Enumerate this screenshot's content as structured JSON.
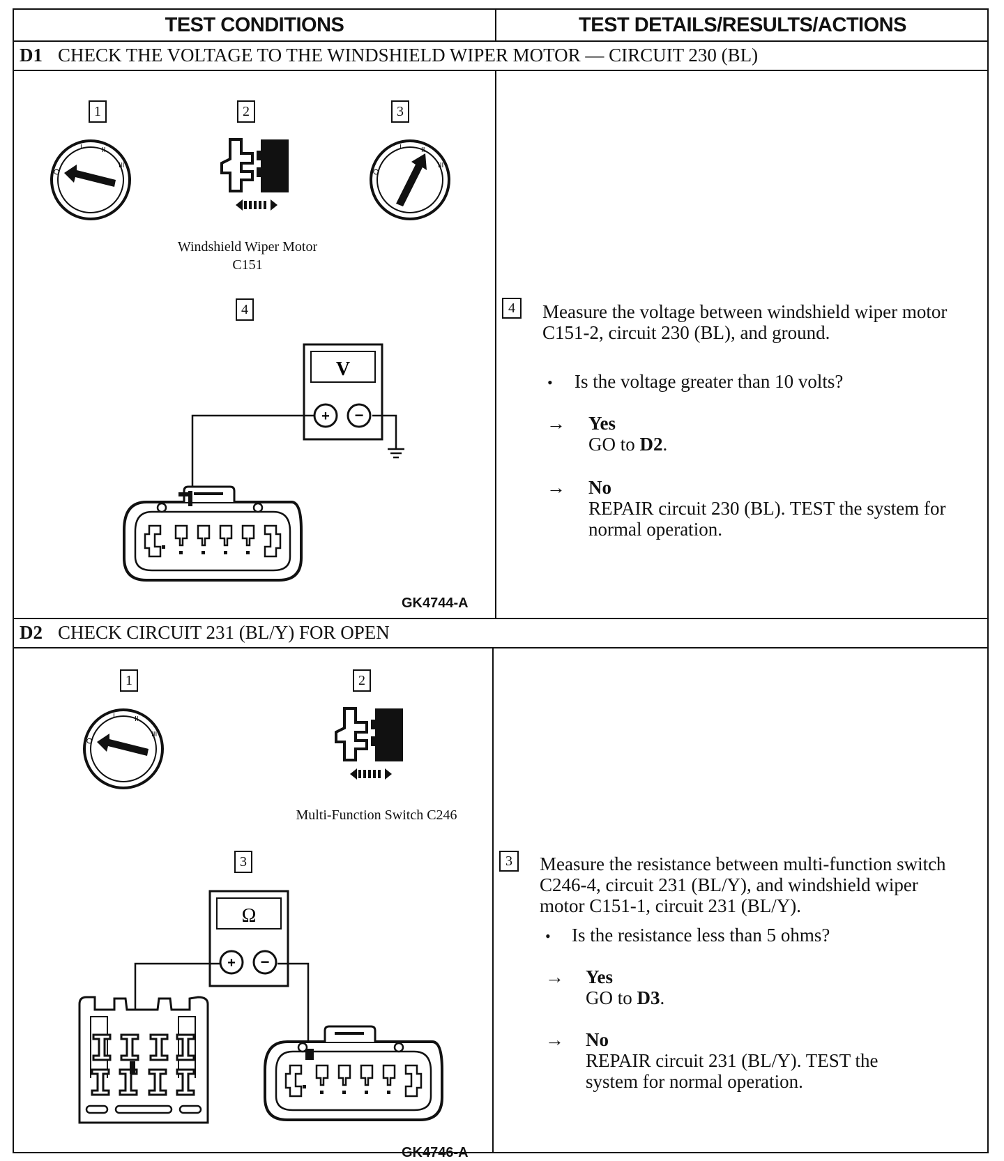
{
  "header": {
    "col_left": "TEST CONDITIONS",
    "col_right": "TEST DETAILS/RESULTS/ACTIONS"
  },
  "d1": {
    "id": "D1",
    "title": "CHECK THE VOLTAGE TO THE WINDSHIELD WIPER MOTOR — CIRCUIT 230 (BL)",
    "illus": {
      "steps": [
        "1",
        "2",
        "3",
        "4"
      ],
      "caption_line1": "Windshield Wiper Motor",
      "caption_line2": "C151",
      "meter_symbol": "V",
      "figure_code": "GK4744-A"
    },
    "step_num": "4",
    "instruction": "Measure the voltage between windshield wiper motor C151-2, circuit 230 (BL), and ground.",
    "question": "Is the voltage greater than 10 volts?",
    "yes_label": "Yes",
    "yes_action_pre": "GO to ",
    "yes_action_target": "D2",
    "yes_action_post": ".",
    "no_label": "No",
    "no_action": "REPAIR circuit 230 (BL). TEST the system for normal operation."
  },
  "d2": {
    "id": "D2",
    "title": "CHECK CIRCUIT 231 (BL/Y) FOR OPEN",
    "illus": {
      "steps": [
        "1",
        "2",
        "3"
      ],
      "caption": "Multi-Function Switch C246",
      "meter_symbol": "Ω",
      "figure_code": "GK4746-A"
    },
    "step_num": "3",
    "instruction": "Measure the resistance between multi-function switch C246-4, circuit 231 (BL/Y), and windshield wiper motor C151-1, circuit 231 (BL/Y).",
    "question": "Is the resistance less than 5 ohms?",
    "yes_label": "Yes",
    "yes_action_pre": "GO to ",
    "yes_action_target": "D3",
    "yes_action_post": ".",
    "no_label": "No",
    "no_action": "REPAIR circuit 231 (BL/Y). TEST the system for normal operation."
  },
  "symbols": {
    "bullet": "•",
    "arrow": "→",
    "plus": "+",
    "minus": "−"
  }
}
